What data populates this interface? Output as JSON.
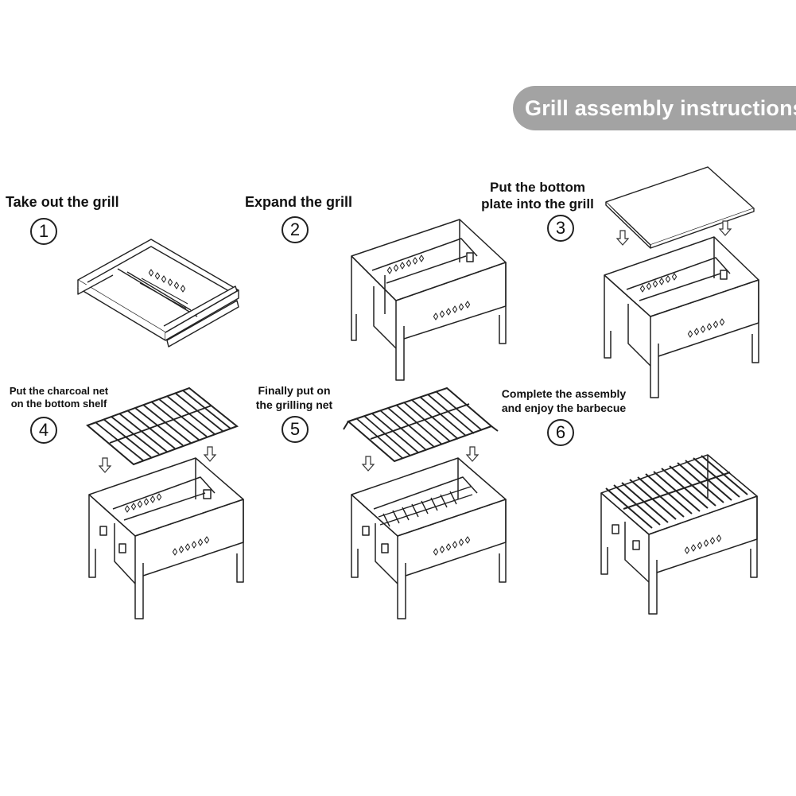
{
  "title": "Grill assembly instructions",
  "steps": [
    {
      "number": "1",
      "lines": [
        "Take out the grill"
      ]
    },
    {
      "number": "2",
      "lines": [
        "Expand the grill"
      ]
    },
    {
      "number": "3",
      "lines": [
        "Put the bottom",
        "plate into the grill"
      ]
    },
    {
      "number": "4",
      "lines": [
        "Put the charcoal net",
        "on the bottom shelf"
      ]
    },
    {
      "number": "5",
      "lines": [
        "Finally put on",
        "the grilling net"
      ]
    },
    {
      "number": "6",
      "lines": [
        "Complete the assembly",
        "and enjoy the barbecue"
      ]
    }
  ],
  "colors": {
    "banner": "#a3a3a3",
    "banner_text": "#ffffff",
    "line_art": "#222222"
  }
}
